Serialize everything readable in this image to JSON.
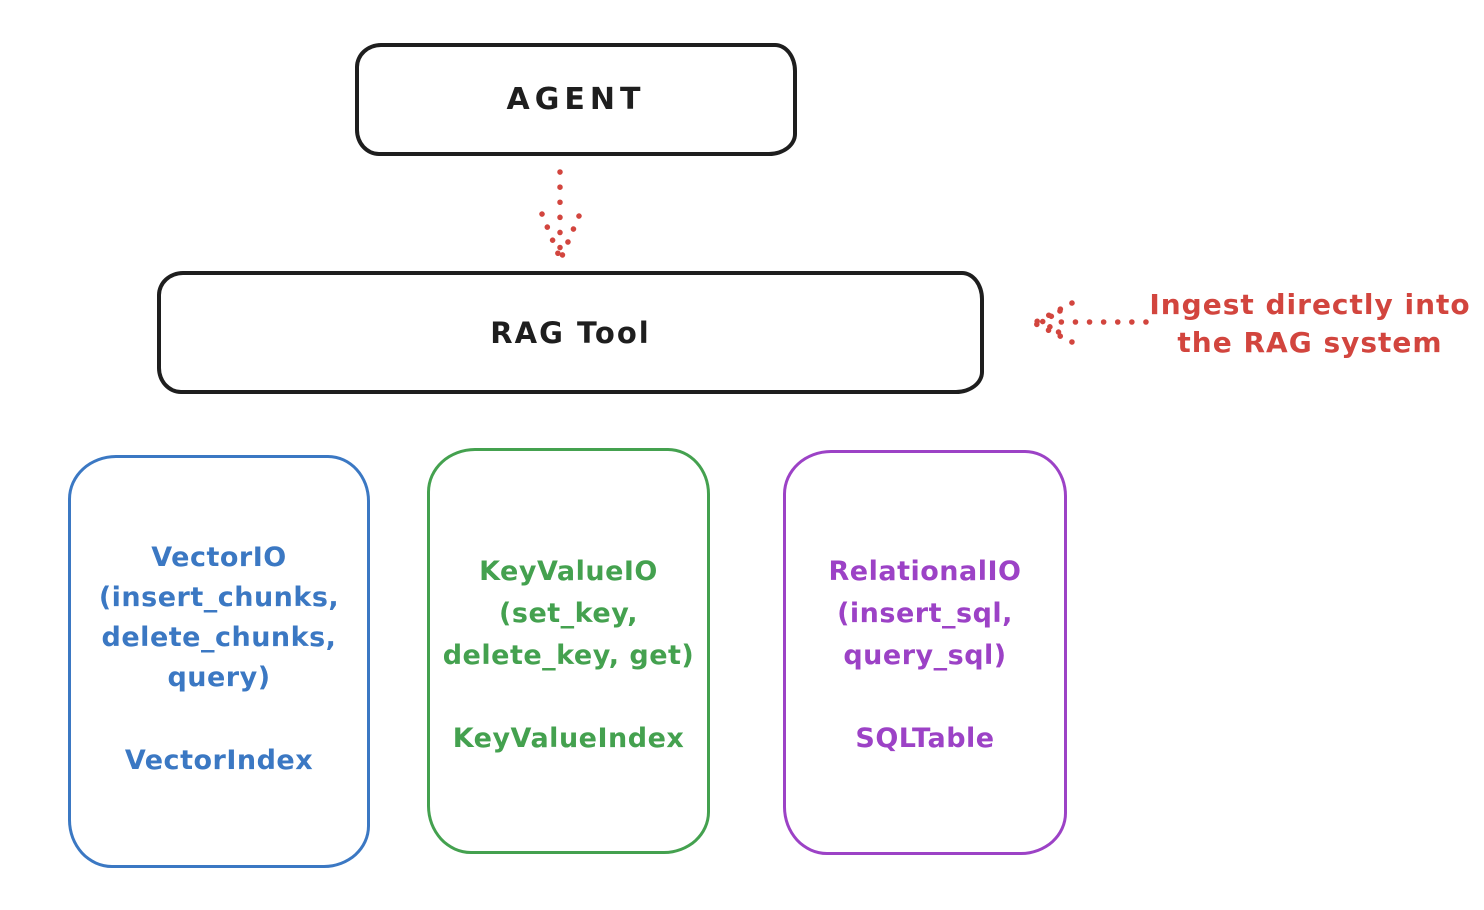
{
  "diagram": {
    "nodes": {
      "agent": {
        "label": "AGENT"
      },
      "rag_tool": {
        "label": "RAG Tool"
      }
    },
    "annotation": {
      "line1": "Ingest directly into",
      "line2": "the RAG system"
    },
    "backends": [
      {
        "name": "vector-io",
        "title_lines": [
          "VectorIO",
          "(insert_chunks,",
          "delete_chunks,",
          "query)"
        ],
        "index_label": "VectorIndex",
        "color": "#3b78c3"
      },
      {
        "name": "keyvalue-io",
        "title_lines": [
          "KeyValueIO",
          "(set_key,",
          "delete_key, get)"
        ],
        "index_label": "KeyValueIndex",
        "color": "#44a14f"
      },
      {
        "name": "relational-io",
        "title_lines": [
          "RelationalIO",
          "(insert_sql,",
          "query_sql)"
        ],
        "index_label": "SQLTable",
        "color": "#9c42c6"
      }
    ],
    "colors": {
      "outline": "#1e1e1e",
      "red": "#d2453e",
      "background": "#ffffff"
    }
  }
}
